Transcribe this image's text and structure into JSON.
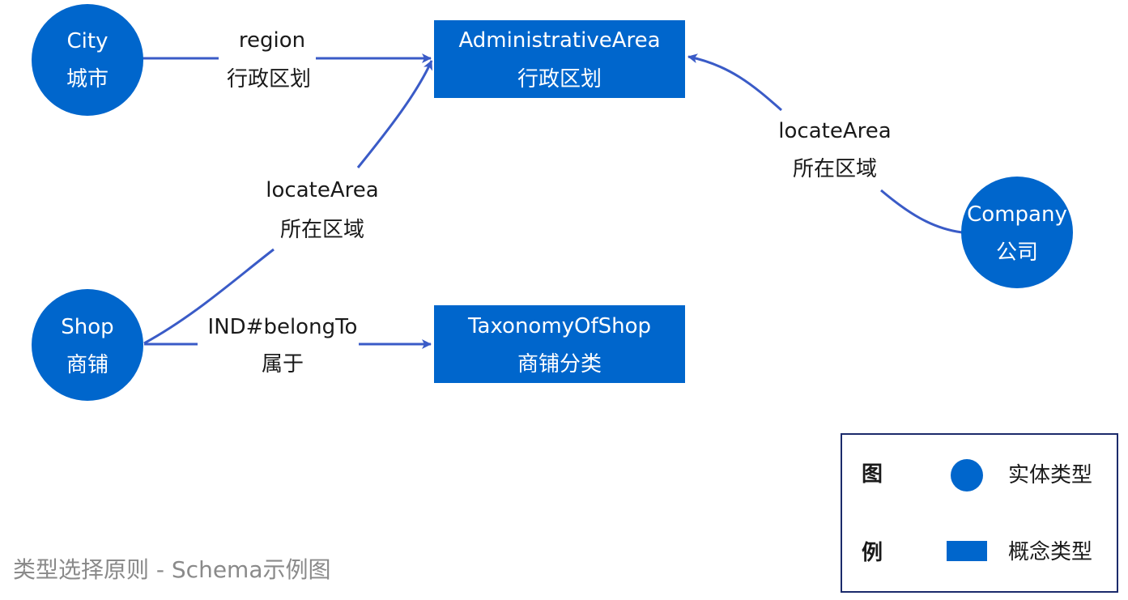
{
  "colors": {
    "node_fill": "#0066cc",
    "edge_stroke": "#3a5bc7",
    "legend_border": "#1b2a6b",
    "caption": "#8a8a8a"
  },
  "nodes": {
    "city": {
      "line1": "City",
      "line2": "城市",
      "shape": "circle"
    },
    "shop": {
      "line1": "Shop",
      "line2": "商铺",
      "shape": "circle"
    },
    "company": {
      "line1": "Company",
      "line2": "公司",
      "shape": "circle"
    },
    "administrative_area": {
      "line1": "AdministrativeArea",
      "line2": "行政区划",
      "shape": "rectangle"
    },
    "taxonomy_of_shop": {
      "line1": "TaxonomyOfShop",
      "line2": "商铺分类",
      "shape": "rectangle"
    }
  },
  "edges": {
    "city_region": {
      "line1": "region",
      "line2": "行政区划"
    },
    "shop_locate": {
      "line1": "locateArea",
      "line2": "所在区域"
    },
    "company_locate": {
      "line1": "locateArea",
      "line2": "所在区域"
    },
    "shop_belong": {
      "line1": "IND#belongTo",
      "line2": "属于"
    }
  },
  "legend": {
    "title_top": "图",
    "title_bottom": "例",
    "entity_label": "实体类型",
    "concept_label": "概念类型"
  },
  "caption": "类型选择原则 - Schema示例图"
}
